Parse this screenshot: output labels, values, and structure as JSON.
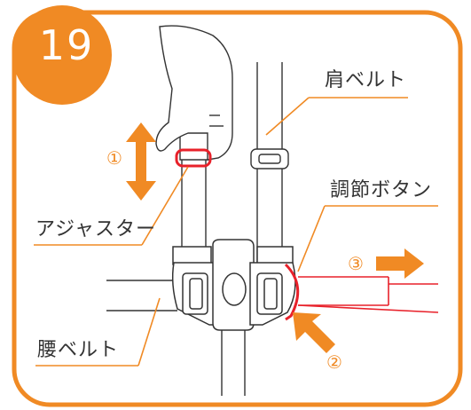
{
  "step_number": "19",
  "labels": {
    "shoulder_belt": "肩ベルト",
    "adjuster": "アジャスター",
    "adjust_button": "調節ボタン",
    "waist_belt": "腰ベルト"
  },
  "markers": {
    "one": "①",
    "two": "②",
    "three": "③"
  },
  "colors": {
    "accent_orange": "#f08a24",
    "highlight_red": "#e8212a",
    "line_gray": "#333333"
  }
}
